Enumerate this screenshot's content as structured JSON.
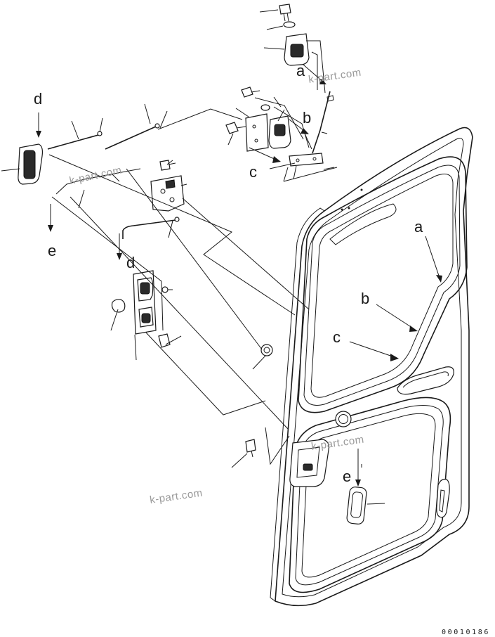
{
  "callouts": {
    "a_top": "a",
    "b_top": "b",
    "c_top": "c",
    "d_left": "d",
    "e_left": "e",
    "d_mid": "d",
    "a_door": "a",
    "b_door": "b",
    "c_door": "c",
    "e_door": "e"
  },
  "watermarks": {
    "w1": "k-part.com",
    "w2": "k-part.com",
    "w3": "k-part.com",
    "w4": "k-part.com"
  },
  "drawing_code": "00010186"
}
